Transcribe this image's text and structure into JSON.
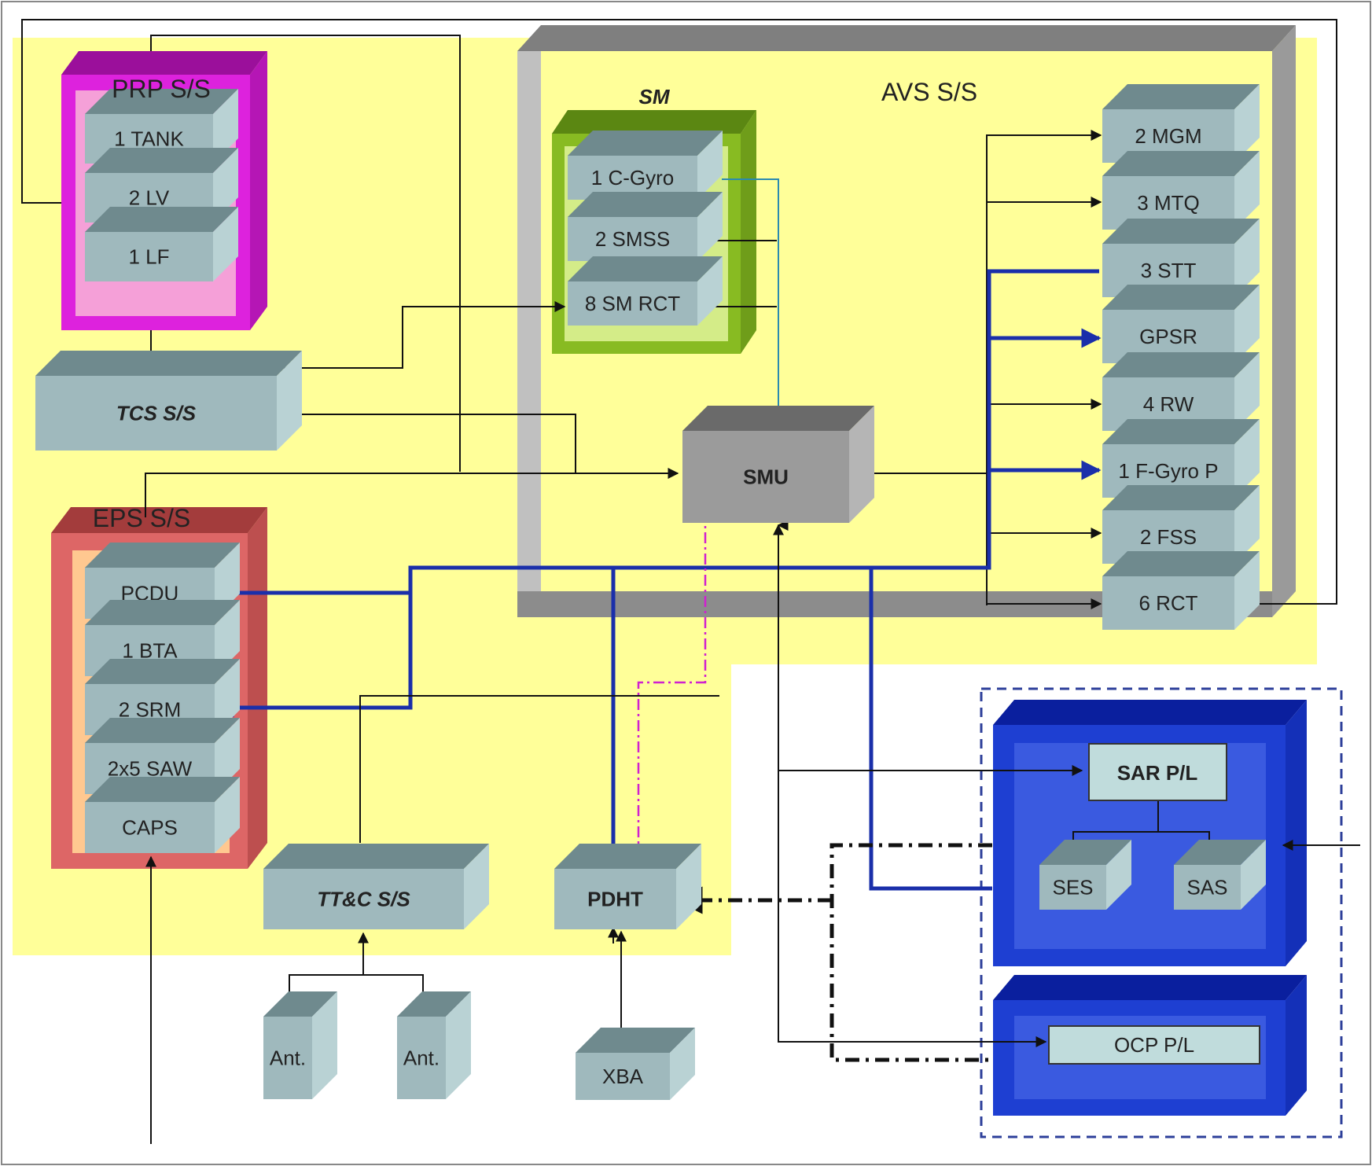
{
  "groups": {
    "prp": "PRP S/S",
    "avs": "AVS S/S",
    "sm": "SM",
    "eps": "EPS S/S"
  },
  "prp_items": [
    "1 TANK",
    "2 LV",
    "1 LF"
  ],
  "sm_items": [
    "1 C-Gyro",
    "2 SMSS",
    "8 SM RCT"
  ],
  "avs_items": [
    "2 MGM",
    "3 MTQ",
    "3 STT",
    "GPSR",
    "4 RW",
    "1 F-Gyro P",
    "2 FSS",
    "6 RCT"
  ],
  "eps_items": [
    "PCDU",
    "1 BTA",
    "2 SRM",
    "2x5 SAW",
    "CAPS"
  ],
  "units": {
    "tcs": "TCS S/S",
    "smu": "SMU",
    "ttc": "TT&C S/S",
    "pdht": "PDHT",
    "ant1": "Ant.",
    "ant2": "Ant.",
    "xba": "XBA"
  },
  "payloads": {
    "sar": "SAR P/L",
    "ses": "SES",
    "sas": "SAS",
    "ocp": "OCP P/L"
  },
  "colors": {
    "yellow_bg": "#ffff99",
    "box_face": "#9fb9bd",
    "prp_frame": "#dd22dd",
    "sm_frame": "#88bb22",
    "eps_frame": "#dd6666",
    "avs_frame": "#a9a9a9",
    "payload_blue": "#1e3fd2",
    "bus_blue": "#1a2faa"
  }
}
